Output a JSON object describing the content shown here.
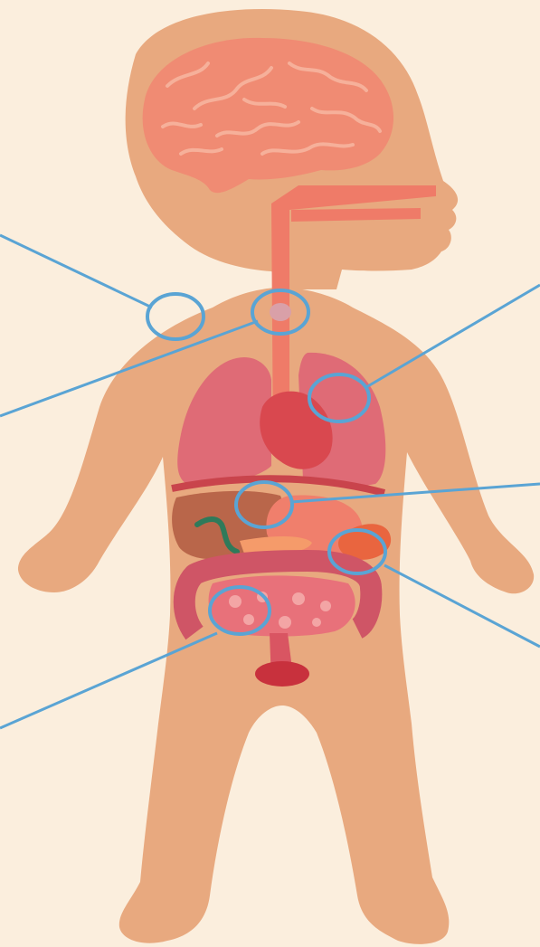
{
  "colors": {
    "background": "#fbeedd",
    "skin": "#e8a97f",
    "brain": "#f08b73",
    "brain_folds": "#f6b09a",
    "esophagus": "#ef7b68",
    "lungs": "#df6b76",
    "heart": "#d9484f",
    "diaphragm": "#c9444c",
    "liver": "#b9664a",
    "stomach": "#f07f6c",
    "pancreas": "#f59b6a",
    "kidney": "#e9653f",
    "gallbladder": "#2f7a5a",
    "large_intestine": "#cf5566",
    "small_intestine": "#e8717a",
    "bladder": "#c8313d",
    "pointer": "#5aa4d4"
  },
  "callouts": [
    {
      "organ": "thyroid-left",
      "icon": "callout-ring"
    },
    {
      "organ": "throat",
      "icon": "callout-ring"
    },
    {
      "organ": "lung",
      "icon": "callout-ring"
    },
    {
      "organ": "liver",
      "icon": "callout-ring"
    },
    {
      "organ": "kidney",
      "icon": "callout-ring"
    },
    {
      "organ": "intestine",
      "icon": "callout-ring"
    }
  ]
}
